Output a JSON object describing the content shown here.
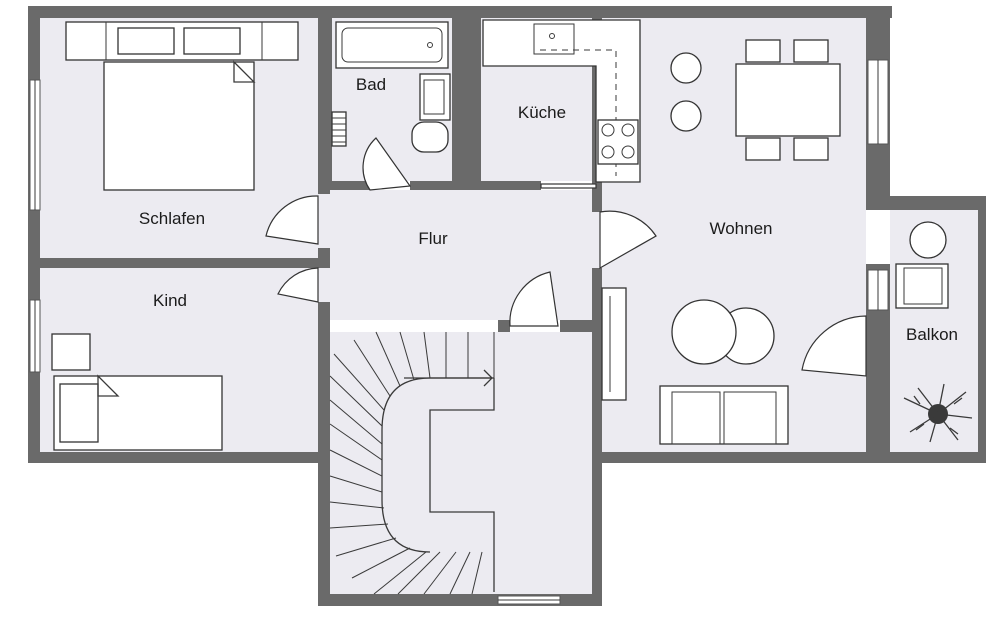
{
  "plan": {
    "rooms": [
      {
        "id": "schlafen",
        "label": "Schlafen"
      },
      {
        "id": "kind",
        "label": "Kind"
      },
      {
        "id": "bad",
        "label": "Bad"
      },
      {
        "id": "kueche",
        "label": "Küche"
      },
      {
        "id": "flur",
        "label": "Flur"
      },
      {
        "id": "wohnen",
        "label": "Wohnen"
      },
      {
        "id": "balkon",
        "label": "Balkon"
      }
    ]
  }
}
